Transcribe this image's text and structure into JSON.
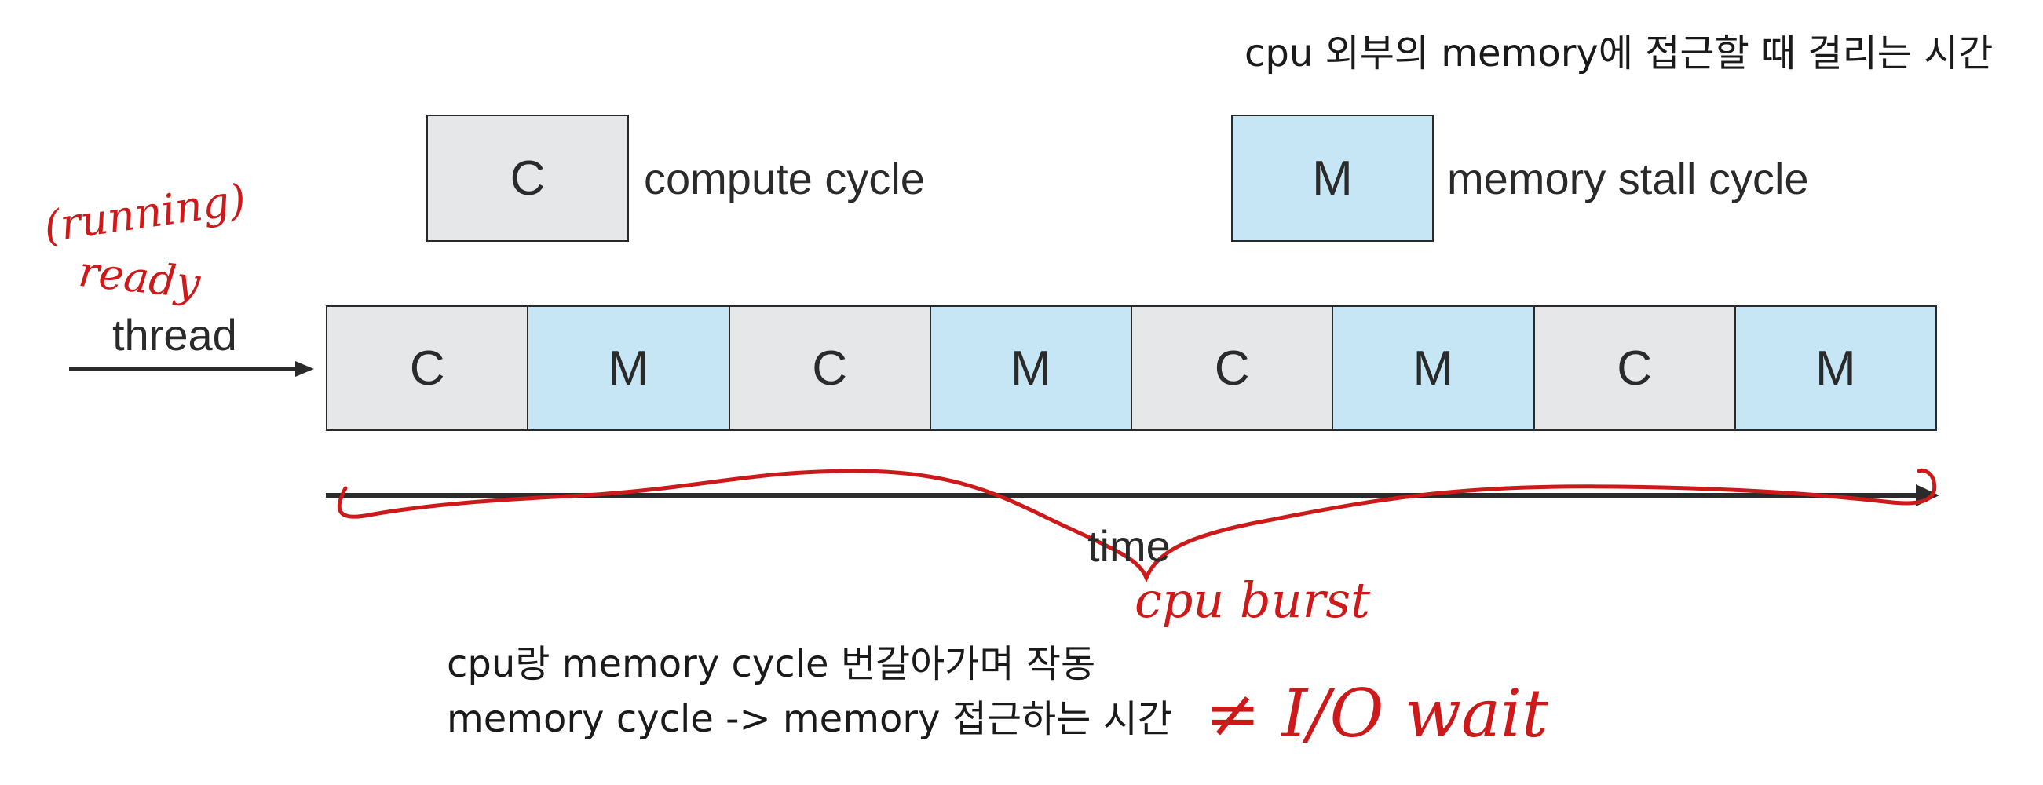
{
  "top_note": "cpu 외부의 memory에 접근할 때 걸리는 시간",
  "legend": {
    "compute": {
      "symbol": "C",
      "label": "compute cycle"
    },
    "memory": {
      "symbol": "M",
      "label": "memory stall cycle"
    }
  },
  "thread_label": "thread",
  "cycles": [
    "C",
    "M",
    "C",
    "M",
    "C",
    "M",
    "C",
    "M"
  ],
  "time_label": "time",
  "notes": {
    "line1": "cpu랑 memory cycle 번갈아가며 작동",
    "line2": "memory cycle -> memory 접근하는 시간"
  },
  "handwritten": {
    "running": "(running)",
    "ready": "ready",
    "cpu_burst": "cpu burst",
    "io_wait": "≠ I/O wait"
  },
  "colors": {
    "compute_fill": "#e6e7e8",
    "memory_fill": "#c6e6f5",
    "annotation_red": "#cc1a1a",
    "line": "#2a2a2a"
  }
}
